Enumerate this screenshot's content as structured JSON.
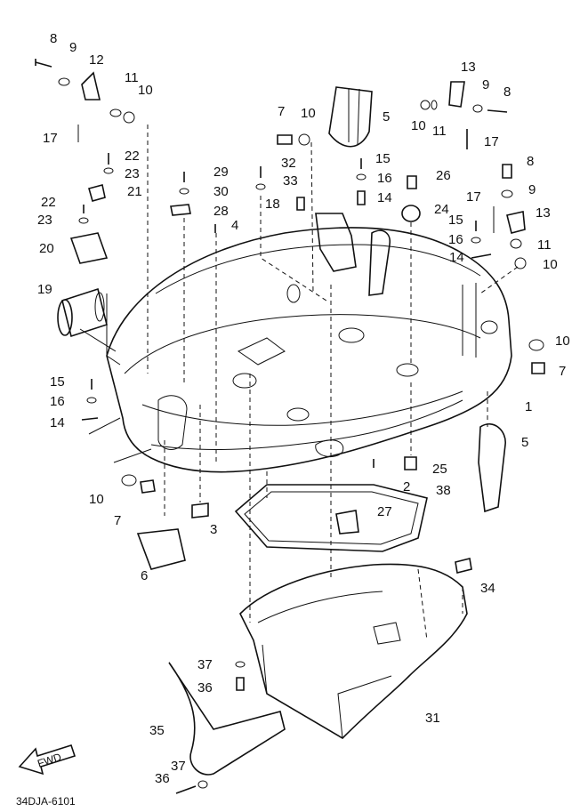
{
  "diagram": {
    "callouts": [
      "8",
      "9",
      "12",
      "11",
      "10",
      "17",
      "22",
      "23",
      "21",
      "22",
      "23",
      "20",
      "19",
      "7",
      "10",
      "5",
      "29",
      "30",
      "28",
      "4",
      "32",
      "33",
      "18",
      "15",
      "16",
      "14",
      "26",
      "24",
      "13",
      "9",
      "8",
      "10",
      "11",
      "17",
      "8",
      "9",
      "17",
      "15",
      "16",
      "13",
      "11",
      "10",
      "14",
      "10",
      "7",
      "1",
      "15",
      "16",
      "14",
      "10",
      "7",
      "5",
      "25",
      "2",
      "38",
      "27",
      "3",
      "6",
      "34",
      "37",
      "36",
      "35",
      "31",
      "37",
      "36"
    ],
    "fwd_label": "FWD",
    "drawing_code": "34DJA-6101"
  }
}
